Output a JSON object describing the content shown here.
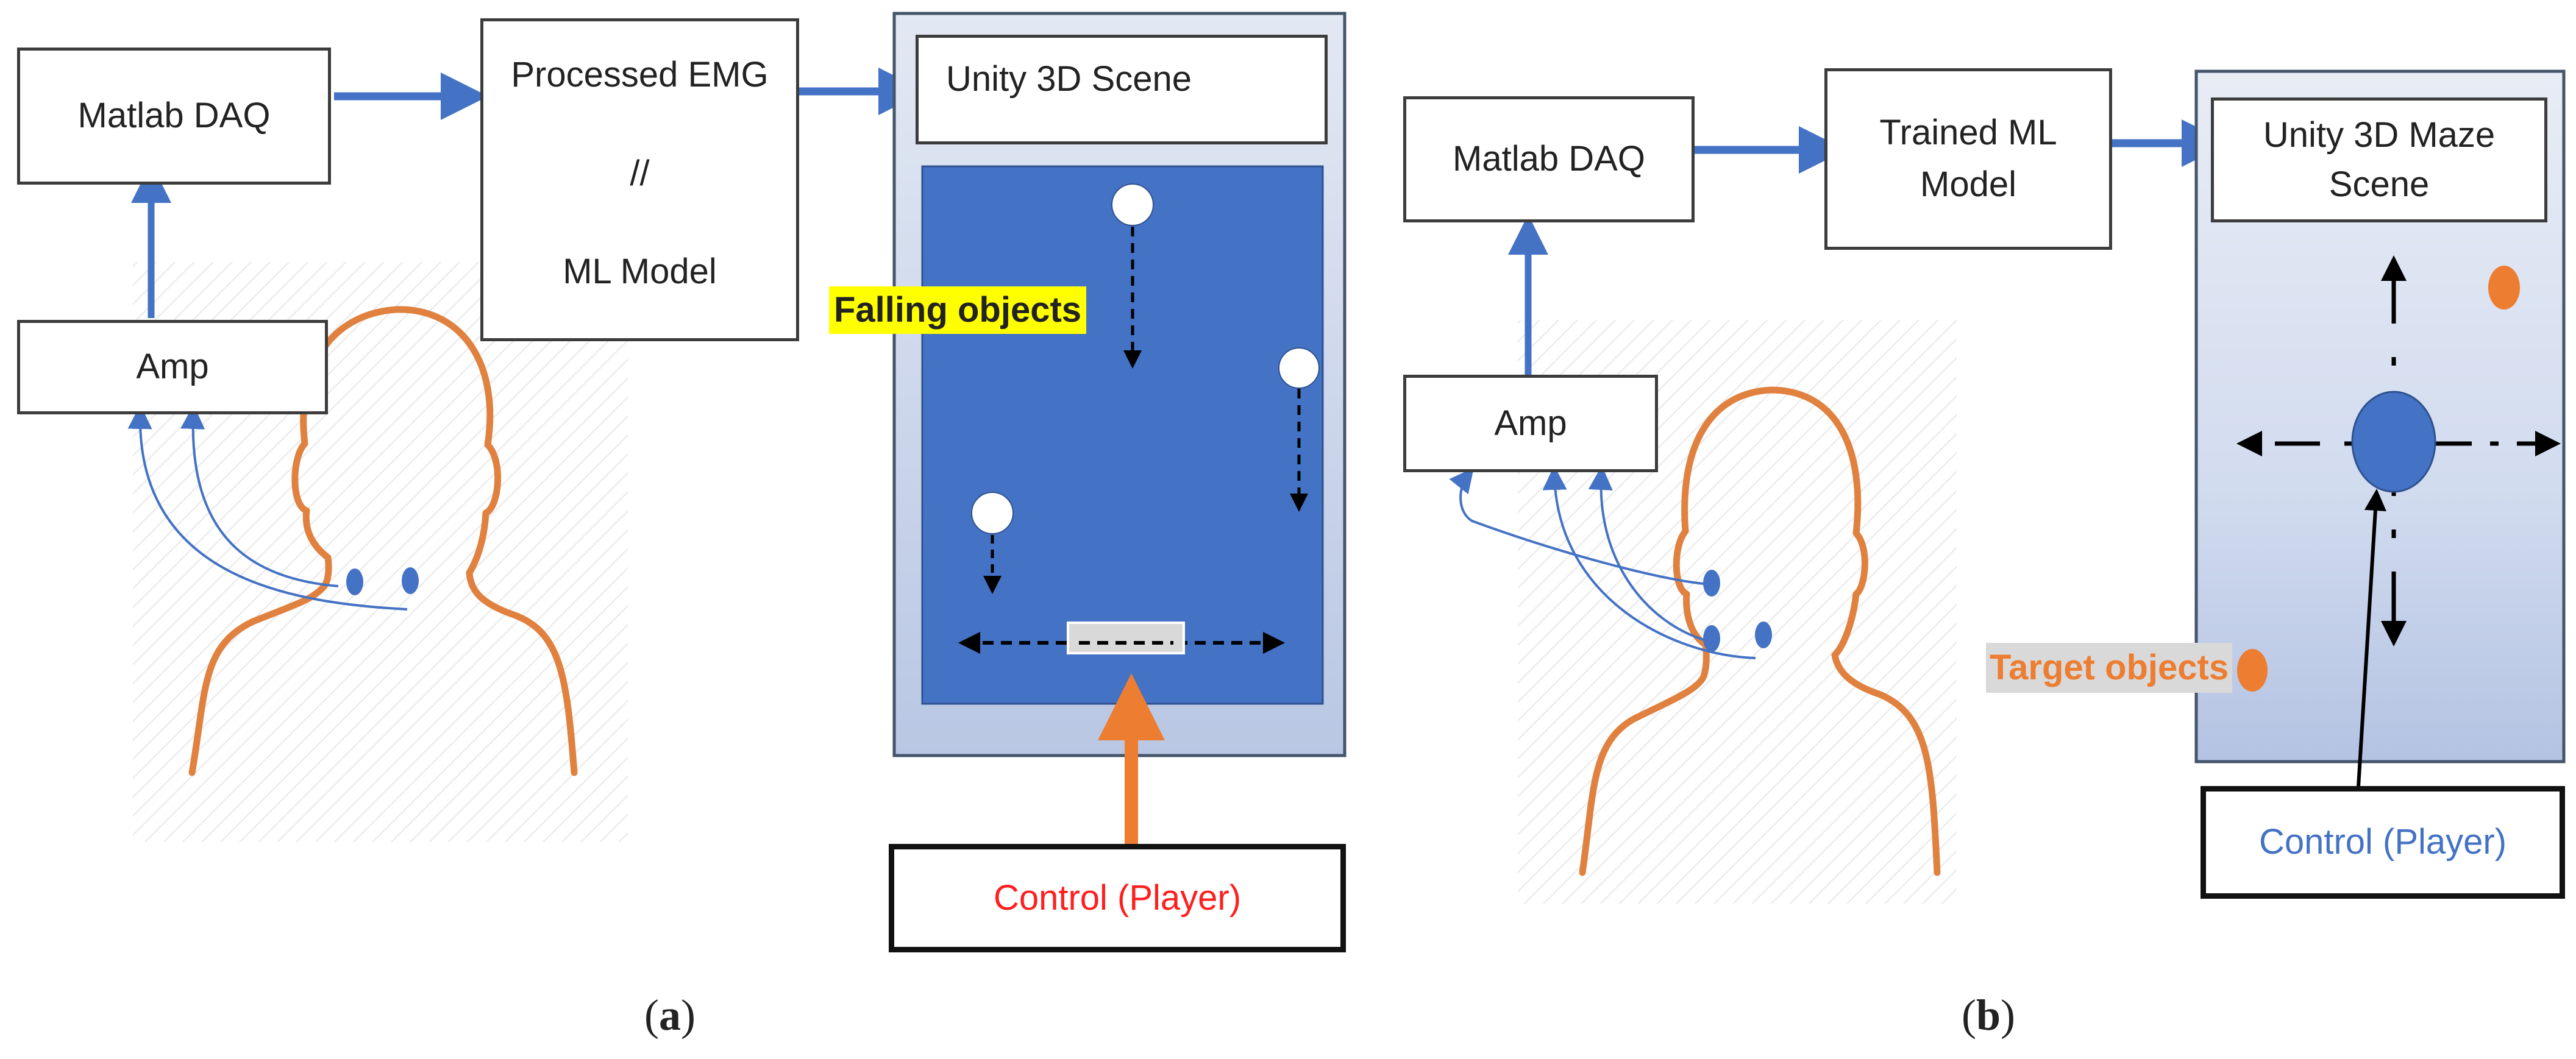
{
  "panel_a": {
    "matlab_daq": "Matlab DAQ",
    "processed_emg": "Processed EMG",
    "separator": "//",
    "ml_model": "ML Model",
    "unity_scene": "Unity 3D Scene",
    "amp": "Amp",
    "falling_objects": "Falling objects",
    "control": "Control (Player)",
    "caption_open": "(",
    "caption_letter": "a",
    "caption_close": ")"
  },
  "panel_b": {
    "matlab_daq": "Matlab DAQ",
    "trained_ml_line1": "Trained ML",
    "trained_ml_line2": "Model",
    "unity_maze_line1": "Unity 3D Maze",
    "unity_maze_line2": "Scene",
    "amp": "Amp",
    "target_objects": "Target objects",
    "control": "Control (Player)",
    "caption_open": "(",
    "caption_letter": "b",
    "caption_close": ")"
  },
  "colors": {
    "arrow_blue": "#4472c4",
    "game_blue": "#4472c4",
    "outline_orange": "#e0813f",
    "control_red": "#ff1f1f",
    "control_blue": "#4472c4",
    "highlight_yellow": "#ffff00",
    "target_orange": "#ed7d31"
  }
}
